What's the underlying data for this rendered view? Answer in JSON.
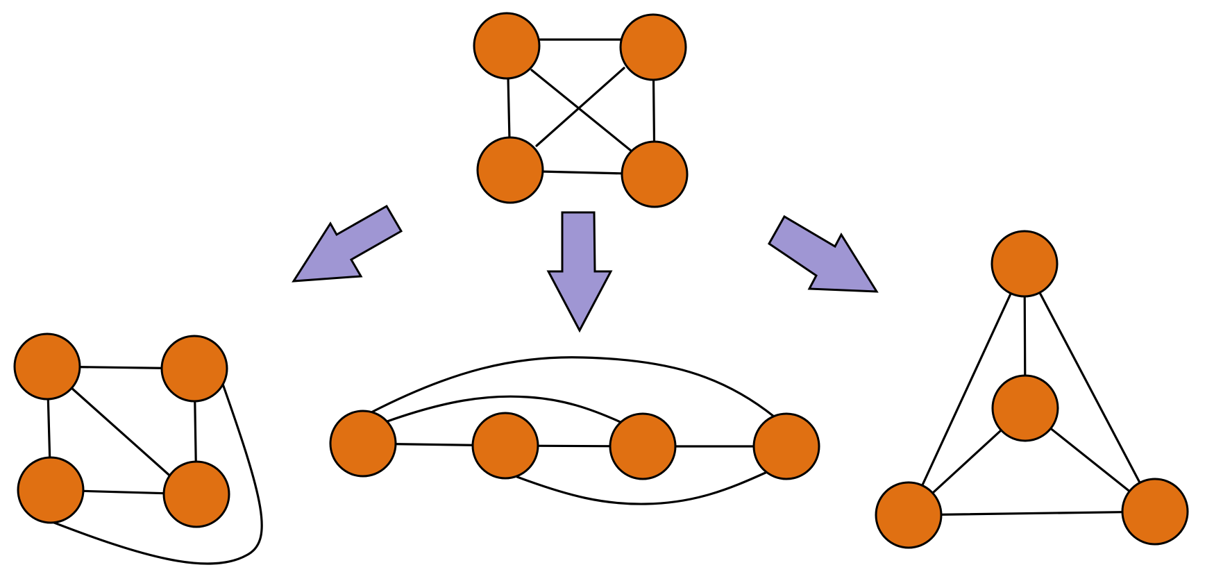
{
  "colors": {
    "node_fill": "#E07012",
    "node_stroke": "#000000",
    "edge": "#000000",
    "arrow_fill": "#9F96D3",
    "background": "#FFFFFF"
  },
  "diagram": {
    "description_type": "graph-embeddings",
    "source_graph": {
      "nodes": 4,
      "edges": 6,
      "edge_list": [
        [
          1,
          2
        ],
        [
          1,
          3
        ],
        [
          1,
          4
        ],
        [
          2,
          3
        ],
        [
          2,
          4
        ],
        [
          3,
          4
        ]
      ]
    },
    "embeddings": [
      {
        "id": "left",
        "nodes": 4,
        "edges": 6
      },
      {
        "id": "middle",
        "nodes": 4,
        "edges": 6
      },
      {
        "id": "right",
        "nodes": 4,
        "edges": 6
      }
    ],
    "arrows": [
      "down-left",
      "down",
      "down-right"
    ]
  }
}
